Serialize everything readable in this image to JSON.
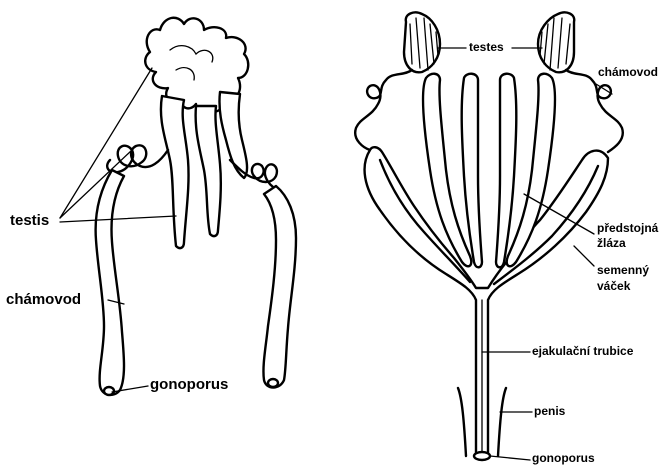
{
  "left_panel": {
    "labels": {
      "testis": "testis",
      "chamovod": "chámovod",
      "gonoporus": "gonoporus"
    }
  },
  "right_panel": {
    "labels": {
      "testes": "testes",
      "chamovod": "chámovod",
      "predstojna_line1": "předstojná",
      "predstojna_line2": "žláza",
      "semenny_line1": "semenný",
      "semenny_line2": "váček",
      "ejakulacni": "ejakulační trubice",
      "penis": "penis",
      "gonoporus": "gonoporus"
    }
  }
}
